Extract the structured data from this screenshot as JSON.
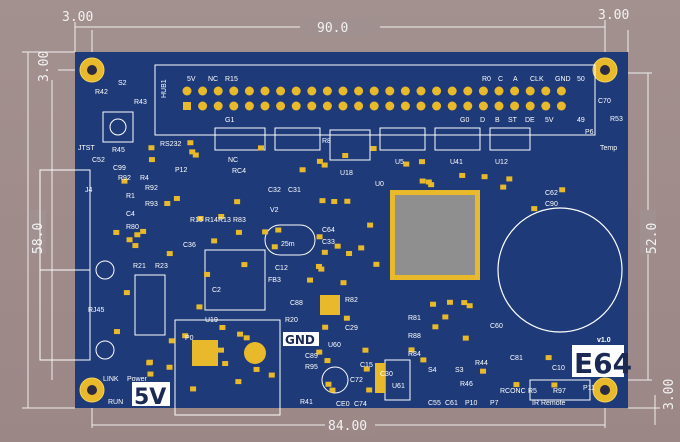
{
  "dimensions": {
    "top_left_offset": "3.00",
    "top_width": "90.0",
    "top_right_offset": "3.00",
    "left_top_offset": "3.00",
    "left_height": "58.0",
    "right_height": "52.0",
    "right_bottom_offset": "3.00",
    "bottom_width": "84.00"
  },
  "board": {
    "colors": {
      "background": "#a08d8c",
      "pcb": "#1e3a78",
      "copper": "#e8b92a",
      "silk": "#ffffff",
      "chip": "#8f8f8f"
    },
    "header_label": "HUB1",
    "header_top_labels": [
      "5V",
      "NC",
      "R15",
      "R0",
      "C",
      "A",
      "CLK",
      "GND",
      "50"
    ],
    "header_bottom_labels": [
      "G1",
      "G0",
      "D",
      "B",
      "ST",
      "DE",
      "5V",
      "49"
    ],
    "component_labels": [
      "S2",
      "R42",
      "R43",
      "JTST",
      "C52",
      "C99",
      "R45",
      "RS232",
      "P12",
      "R92",
      "R4",
      "R1",
      "C4",
      "R80",
      "C36",
      "J4",
      "RJ45",
      "R21",
      "R23",
      "U19",
      "P0",
      "R20",
      "GND",
      "C89",
      "R95",
      "R41",
      "U60",
      "R82",
      "R81",
      "C29",
      "R88",
      "R84",
      "C15",
      "C30",
      "C72",
      "U61",
      "CE0",
      "C74",
      "S4",
      "S3",
      "R44",
      "R46",
      "C55",
      "C61",
      "P10",
      "P7",
      "C60",
      "C81",
      "C10",
      "RCONC",
      "R5",
      "R97",
      "P11",
      "U0",
      "V2",
      "C32",
      "C31",
      "25m",
      "C64",
      "C33",
      "FB3",
      "C12",
      "C88",
      "U18",
      "U5",
      "U41",
      "U12",
      "R8",
      "C70",
      "P6",
      "R53",
      "C62",
      "C90",
      "NC",
      "RC4",
      "R15",
      "R14",
      "R13",
      "R83",
      "Temp",
      "C2",
      "R92",
      "R93"
    ],
    "version": "v1.0",
    "model": "E64",
    "link_label": "LINK",
    "power_label": "Power",
    "run_label": "RUN",
    "voltage_label": "5V",
    "ir_label": "IR Remote"
  }
}
